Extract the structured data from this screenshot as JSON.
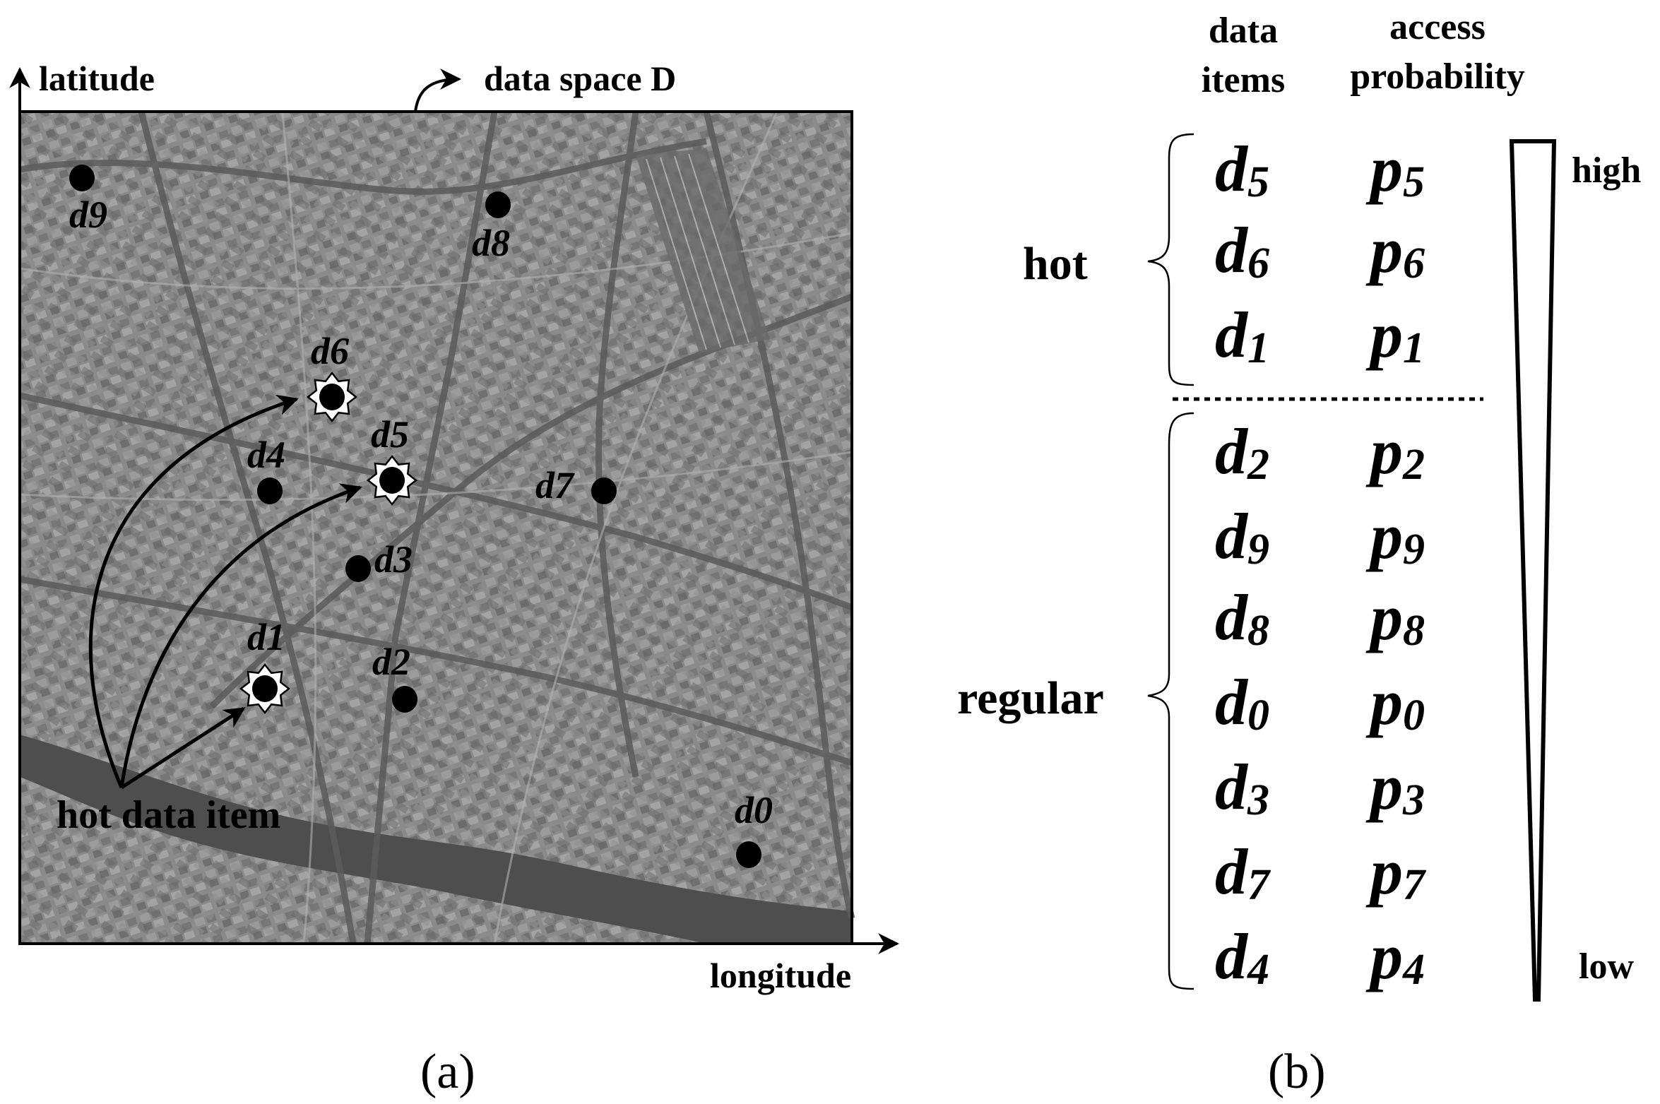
{
  "panel_a": {
    "axis_y_label": "latitude",
    "axis_x_label": "longitude",
    "space_label": "data space D",
    "hot_label": "hot data item",
    "caption": "(a)",
    "items": [
      {
        "id": "d9",
        "hot": false
      },
      {
        "id": "d8",
        "hot": false
      },
      {
        "id": "d6",
        "hot": true
      },
      {
        "id": "d5",
        "hot": true
      },
      {
        "id": "d4",
        "hot": false
      },
      {
        "id": "d7",
        "hot": false
      },
      {
        "id": "d3",
        "hot": false
      },
      {
        "id": "d1",
        "hot": true
      },
      {
        "id": "d2",
        "hot": false
      },
      {
        "id": "d0",
        "hot": false
      }
    ]
  },
  "panel_b": {
    "header_items": [
      "data",
      "items"
    ],
    "header_prob": [
      "access",
      "probability"
    ],
    "group_hot": "hot",
    "group_regular": "regular",
    "high_label": "high",
    "low_label": "low",
    "caption": "(b)",
    "rows": [
      {
        "d": "d",
        "dsub": "5",
        "p": "p",
        "psub": "5"
      },
      {
        "d": "d",
        "dsub": "6",
        "p": "p",
        "psub": "6"
      },
      {
        "d": "d",
        "dsub": "1",
        "p": "p",
        "psub": "1"
      },
      {
        "d": "d",
        "dsub": "2",
        "p": "p",
        "psub": "2"
      },
      {
        "d": "d",
        "dsub": "9",
        "p": "p",
        "psub": "9"
      },
      {
        "d": "d",
        "dsub": "8",
        "p": "p",
        "psub": "8"
      },
      {
        "d": "d",
        "dsub": "0",
        "p": "p",
        "psub": "0"
      },
      {
        "d": "d",
        "dsub": "3",
        "p": "p",
        "psub": "3"
      },
      {
        "d": "d",
        "dsub": "7",
        "p": "p",
        "psub": "7"
      },
      {
        "d": "d",
        "dsub": "4",
        "p": "p",
        "psub": "4"
      }
    ]
  },
  "colors": {
    "map_base": "#7d7d7d",
    "map_dark": "#5a5a5a",
    "map_light": "#a8a8a8",
    "ink": "#000000"
  }
}
